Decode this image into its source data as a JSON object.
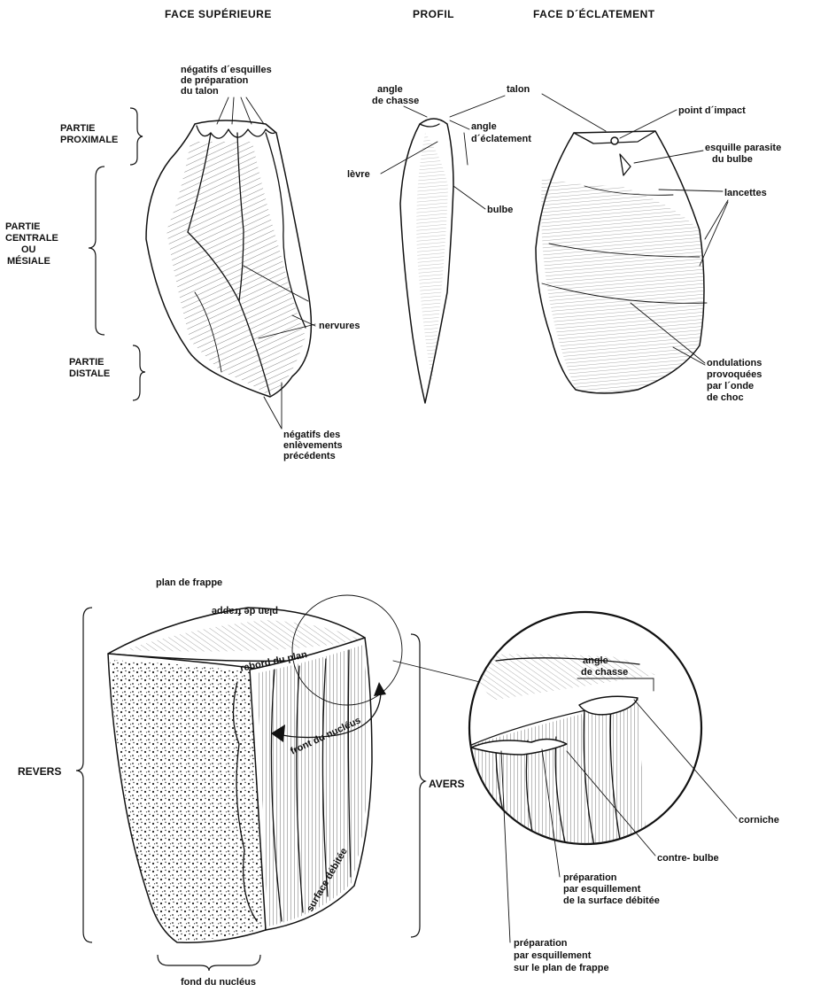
{
  "headers": {
    "face_superieure": "FACE SUPÉRIEURE",
    "profil": "PROFIL",
    "face_eclatement": "FACE D´ÉCLATEMENT"
  },
  "face_superieure": {
    "negatifs_esquilles": [
      "négatifs d´esquilles",
      "de préparation",
      "du talon"
    ],
    "partie_proximale": [
      "PARTIE",
      "PROXIMALE"
    ],
    "partie_centrale": [
      "PARTIE",
      "CENTRALE",
      "OU",
      "MÉSIALE"
    ],
    "partie_distale": [
      "PARTIE",
      "DISTALE"
    ],
    "nervures": "nervures",
    "negatifs_enlevements": [
      "négatifs des",
      "enlèvements",
      "précédents"
    ]
  },
  "profil": {
    "angle_chasse": [
      "angle",
      "de chasse"
    ],
    "angle_eclatement": [
      "angle",
      "d´éclatement"
    ],
    "levre": "lèvre",
    "bulbe": "bulbe"
  },
  "face_eclatement": {
    "talon": "talon",
    "point_impact": "point d´impact",
    "esquille_parasite": [
      "esquille parasite",
      "du bulbe"
    ],
    "lancettes": "lancettes",
    "ondulations": [
      "ondulations",
      "provoquées",
      "par l´onde",
      "de choc"
    ]
  },
  "nucleus": {
    "plan_de_frappe": "plan de frappe",
    "plan_de_frappe_inverted": "plan de frappe",
    "rebord_du_plan": "rebord du plan",
    "front_du_nucleus": "front du nucléus",
    "surface_debitee": "surface débitée",
    "revers": "REVERS",
    "avers": "AVERS",
    "fond_du_nucleus": "fond du nucléus"
  },
  "detail": {
    "angle_chasse": [
      "angle",
      "de chasse"
    ],
    "corniche": "corniche",
    "contre_bulbe": "contre- bulbe",
    "preparation_surface": [
      "préparation",
      "par esquillement",
      "de la surface  débitée"
    ],
    "preparation_plan": [
      "préparation",
      "par esquillement",
      "sur le plan de frappe"
    ]
  }
}
